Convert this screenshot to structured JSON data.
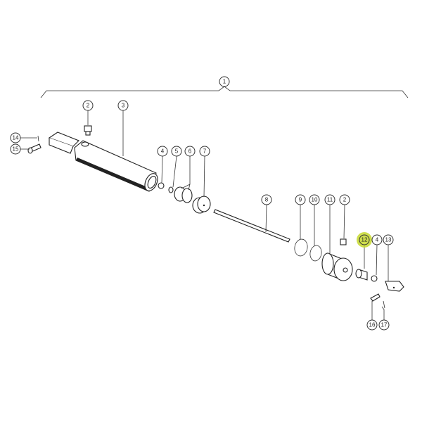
{
  "diagram": {
    "title": "Hydraulic cylinder exploded view",
    "highlight_color": "#c5d82e",
    "callouts": [
      {
        "id": "c1",
        "label": "1"
      },
      {
        "id": "c2a",
        "label": "2"
      },
      {
        "id": "c3",
        "label": "3"
      },
      {
        "id": "c14",
        "label": "14"
      },
      {
        "id": "c15",
        "label": "15"
      },
      {
        "id": "c4a",
        "label": "4"
      },
      {
        "id": "c5",
        "label": "5"
      },
      {
        "id": "c6",
        "label": "6"
      },
      {
        "id": "c7",
        "label": "7"
      },
      {
        "id": "c8",
        "label": "8"
      },
      {
        "id": "c9",
        "label": "9"
      },
      {
        "id": "c10",
        "label": "10"
      },
      {
        "id": "c11",
        "label": "11"
      },
      {
        "id": "c2b",
        "label": "2"
      },
      {
        "id": "c12",
        "label": "12",
        "highlighted": true
      },
      {
        "id": "c4b",
        "label": "4"
      },
      {
        "id": "c13",
        "label": "13"
      },
      {
        "id": "c16",
        "label": "16"
      },
      {
        "id": "c17",
        "label": "17"
      }
    ]
  }
}
